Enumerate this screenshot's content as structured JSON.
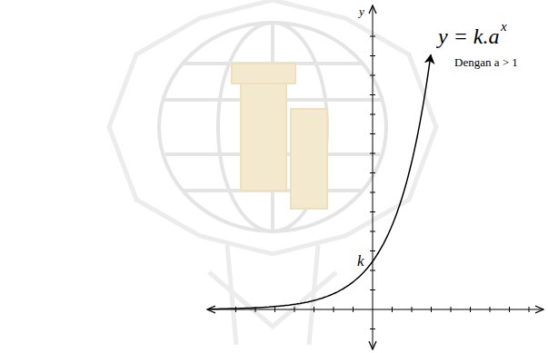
{
  "diagram": {
    "labels": [
      "y",
      "y = k.a",
      "x",
      "Dengan a > 1",
      "k"
    ]
  }
}
